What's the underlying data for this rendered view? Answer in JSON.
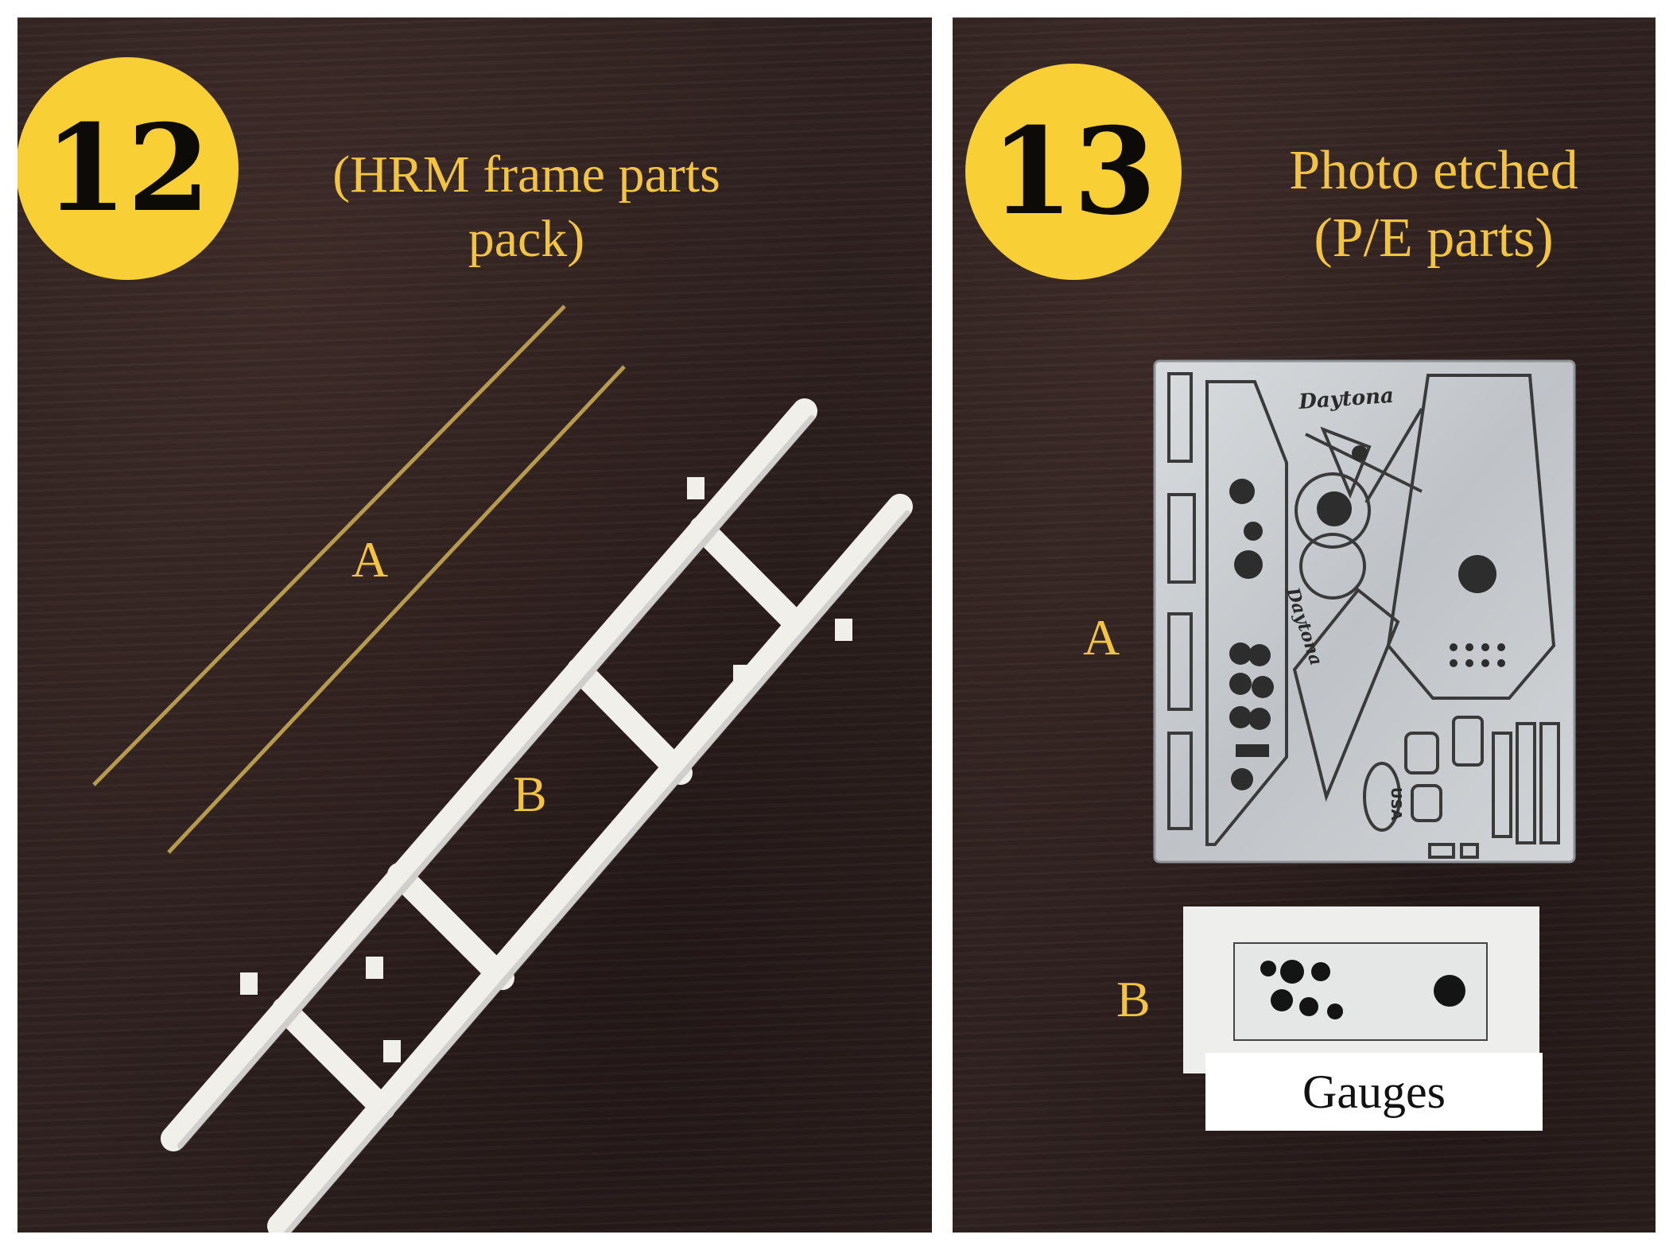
{
  "colors": {
    "badge": "#f9cf36",
    "label_text": "#f3c442",
    "wood": "#2f2220",
    "frame": "#f1efe9",
    "brass": "#b69a4e",
    "etch_metal": "#c9ccd0"
  },
  "left_panel": {
    "badge_number": "12",
    "heading_line1": "(HRM frame parts",
    "heading_line2": "pack)",
    "label_a": "A",
    "label_b": "B"
  },
  "right_panel": {
    "badge_number": "13",
    "heading_line1": "Photo etched",
    "heading_line2": "(P/E parts)",
    "label_a": "A",
    "label_b": "B",
    "gauge_label": "Gauges",
    "etch_logo_text": "Daytona",
    "etch_stamp_text": "USA"
  }
}
